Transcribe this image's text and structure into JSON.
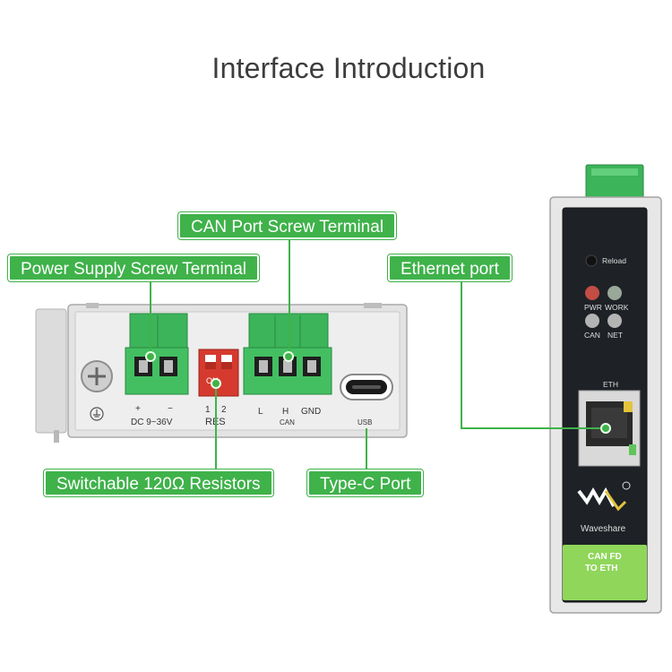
{
  "title": "Interface Introduction",
  "callouts": {
    "can_terminal": "CAN Port Screw Terminal",
    "power_terminal": "Power Supply Screw Terminal",
    "ethernet": "Ethernet port",
    "resistors": "Switchable 120Ω Resistors",
    "typec": "Type-C Port"
  },
  "panel_silk": {
    "plus": "+",
    "minus": "−",
    "dc": "DC 9~36V",
    "sw1": "1",
    "sw2": "2",
    "on": "ON",
    "res": "RES",
    "l": "L",
    "h": "H",
    "gnd": "GND",
    "can": "CAN",
    "usb": "USB"
  },
  "device_front": {
    "reload": "Reload",
    "pwr": "PWR",
    "work": "WORK",
    "can": "CAN",
    "net": "NET",
    "eth": "ETH",
    "brand": "Waveshare",
    "product_line1": "CAN FD",
    "product_line2": "TO ETH"
  },
  "colors": {
    "accent_green": "#3fb24a",
    "terminal_green": "#3cb45a",
    "dip_red": "#d63a2e",
    "device_dark": "#1e2226"
  }
}
